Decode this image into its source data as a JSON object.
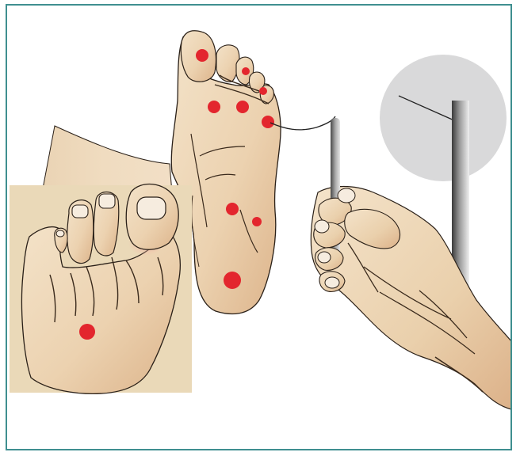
{
  "figure": {
    "subject": "monofilament-foot-sensation-test",
    "colors": {
      "frame_border": "#3f8f90",
      "skin_light": "#f1dcc0",
      "skin_mid": "#e5c49d",
      "skin_shadow": "#d6a97f",
      "inset_background": "#ead9b8",
      "test_site": "#e3262e",
      "magnifier_circle": "#d9d9da",
      "filament_dark": "#5a5a5a",
      "filament_light": "#dedede",
      "outline": "#2a2018"
    },
    "icons": [
      "foot-sole-icon",
      "forefoot-dorsum-icon",
      "hand-holding-monofilament-icon",
      "magnified-monofilament-icon"
    ],
    "plantar_test_site_count": 9,
    "dorsal_test_site_count": 1
  }
}
